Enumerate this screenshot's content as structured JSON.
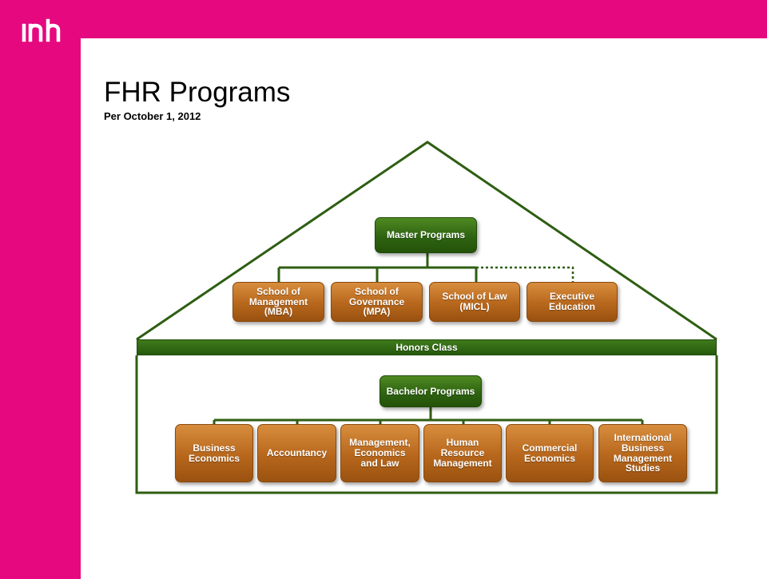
{
  "slide": {
    "title": "FHR Programs",
    "subtitle": "Per October 1, 2012"
  },
  "logo": {
    "icon": "inholland-logo-icon",
    "color": "#ffffff"
  },
  "colors": {
    "brand": "#e5087e",
    "green_box": "#2e6311",
    "orange_box": "#b7671c",
    "frame_line": "#2e5e12"
  },
  "master": {
    "label": "Master Programs",
    "programs": [
      {
        "lines": [
          "School of",
          "Management",
          "(MBA)"
        ]
      },
      {
        "lines": [
          "School of",
          "Governance",
          "(MPA)"
        ]
      },
      {
        "lines": [
          "School of Law",
          "(MICL)"
        ]
      },
      {
        "lines": [
          "Executive",
          "Education"
        ]
      }
    ]
  },
  "honors": {
    "label": "Honors Class"
  },
  "bachelor": {
    "label": "Bachelor Programs",
    "programs": [
      {
        "lines": [
          "Business",
          "Economics"
        ]
      },
      {
        "lines": [
          "Accountancy"
        ]
      },
      {
        "lines": [
          "Management,",
          "Economics",
          "and Law"
        ]
      },
      {
        "lines": [
          "Human",
          "Resource",
          "Management"
        ]
      },
      {
        "lines": [
          "Commercial",
          "Economics"
        ]
      },
      {
        "lines": [
          "International",
          "Business",
          "Management",
          "Studies"
        ]
      }
    ]
  }
}
